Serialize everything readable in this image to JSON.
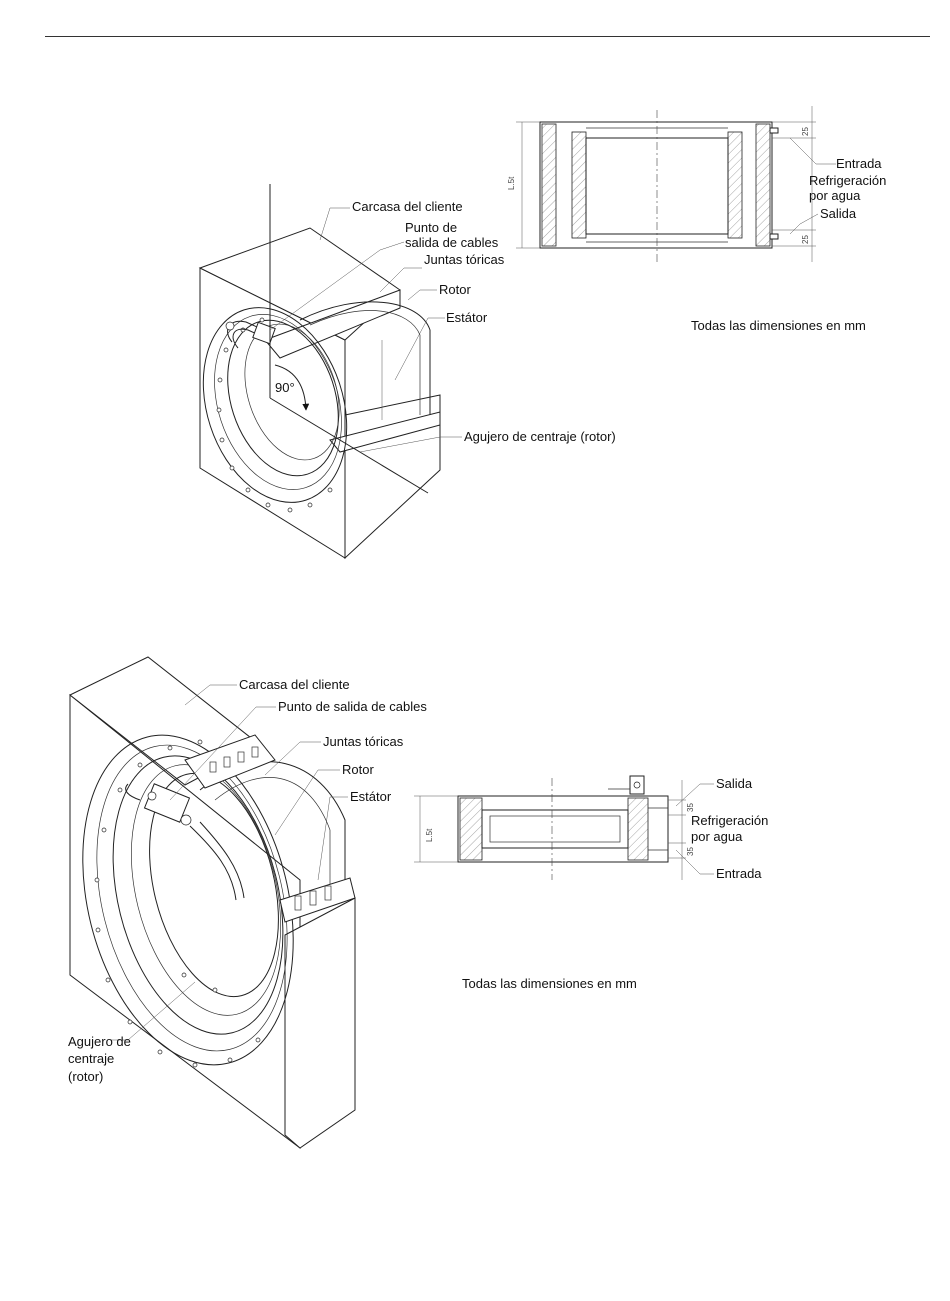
{
  "figure_top": {
    "labels": {
      "housing": "Carcasa del cliente",
      "cable_exit_1": "Punto de",
      "cable_exit_2": "salida de cables",
      "o_rings": "Juntas tóricas",
      "rotor": "Rotor",
      "stator": "Estátor",
      "angle": "90°",
      "centering_hole": "Agujero de centraje (rotor)"
    },
    "section": {
      "inlet": "Entrada",
      "cooling_1": "Refrigeración",
      "cooling_2": "por agua",
      "outlet": "Salida",
      "dim_length": "L.5t",
      "dim_port_top": "25",
      "dim_port_bottom": "25"
    },
    "note": "Todas las dimensiones en mm"
  },
  "figure_bottom": {
    "labels": {
      "housing": "Carcasa del cliente",
      "cable_exit": "Punto de salida de cables",
      "o_rings": "Juntas tóricas",
      "rotor": "Rotor",
      "stator": "Estátor",
      "centering_hole_1": "Agujero de",
      "centering_hole_2": "centraje",
      "centering_hole_3": "(rotor)"
    },
    "section": {
      "outlet": "Salida",
      "cooling_1": "Refrigeración",
      "cooling_2": "por agua",
      "inlet": "Entrada",
      "dim_length": "L.5t",
      "dim_port_top": "35",
      "dim_port_bottom": "35"
    },
    "note": "Todas las dimensiones en mm"
  }
}
